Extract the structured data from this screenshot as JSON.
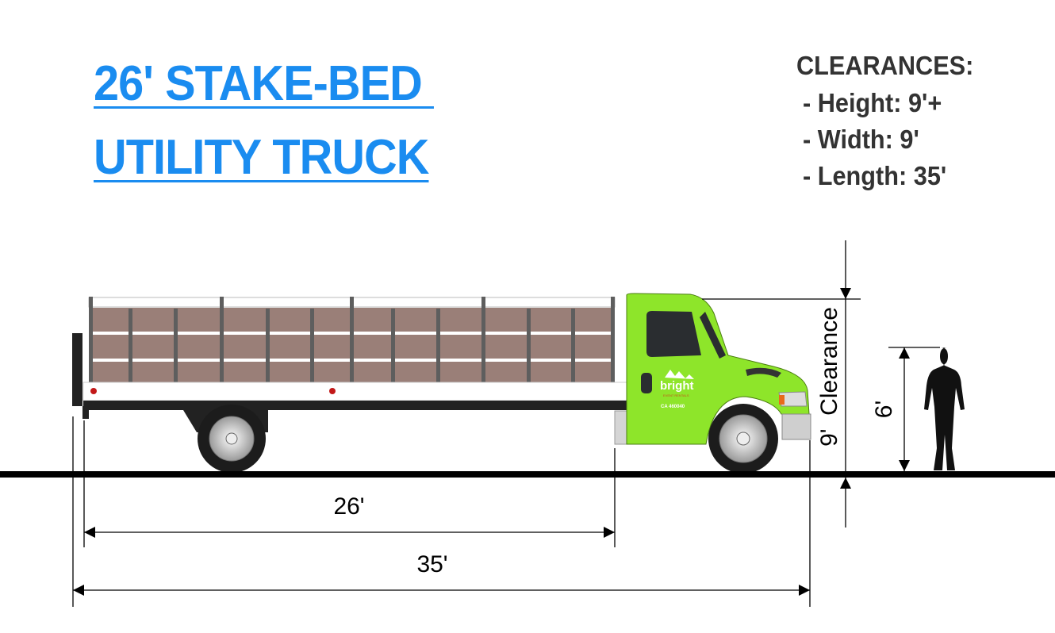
{
  "title": {
    "line1": "26' STAKE-BED ",
    "line2": "UTILITY TRUCK",
    "color": "#1a8cf0"
  },
  "clearances": {
    "heading": "CLEARANCES:",
    "items": [
      "- Height: 9'+",
      "- Width: 9'",
      "- Length: 35'"
    ]
  },
  "dimensions": {
    "bed_length": "26'",
    "total_length": "35'",
    "height_clearance": "9'  Clearance",
    "person_height": "6'"
  },
  "truck": {
    "cab_color": "#8ee52a",
    "logo": "bright",
    "logo_tagline": "EVENT RENTALS",
    "plate": "CA 460040"
  }
}
